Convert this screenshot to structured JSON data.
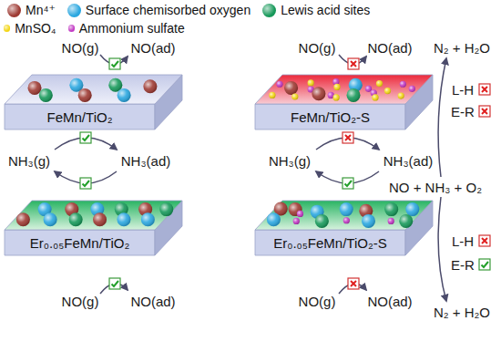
{
  "diagram": {
    "nodes": [
      {
        "text": [
          "FeMn/TiO₂"
        ]
      },
      {
        "text": [
          "FeMn/TiO₂-S"
        ]
      },
      {
        "text": [
          "Er₀.₀₅FeMn/TiO₂"
        ]
      },
      {
        "text": [
          "Er₀.₀₅FeMn/TiO₂-S"
        ]
      }
    ],
    "labels": [
      "NO(g)",
      "NO(ad)",
      "NO(g)",
      "NO(ad)",
      "N₂ + H₂O",
      "L-H",
      "E-R",
      "NH₃(g)",
      "NH₃(ad)",
      "NH₃(g)",
      "NH₃(ad)",
      "NO + NH₃ + O₂",
      "L-H",
      "E-R",
      "NO(g)",
      "NO(ad)",
      "NO(g)",
      "NO(ad)",
      "N₂ + H₂O"
    ],
    "legend": [
      {
        "text": "Mn⁴⁺",
        "color": "#9e3a33"
      },
      {
        "text": "Surface chemisorbed oxygen",
        "color": "#2aa7e0"
      },
      {
        "text": "Lewis acid sites",
        "color": "#17995a"
      },
      {
        "text": "MnSO₄",
        "color": "#f3d615"
      },
      {
        "text": "Ammonium sulfate",
        "color": "#c23ac4"
      }
    ]
  }
}
